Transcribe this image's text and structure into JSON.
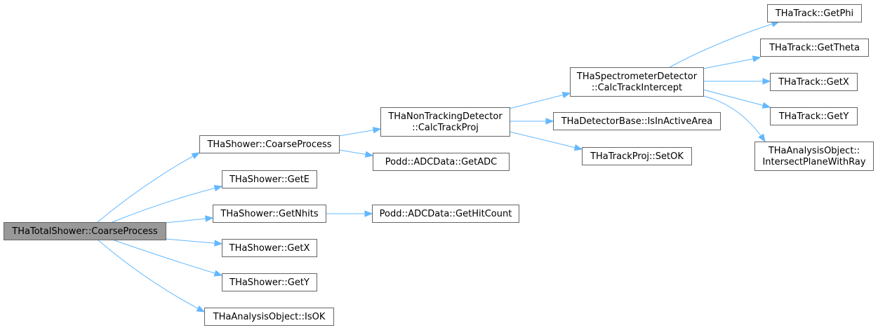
{
  "graph": {
    "kind": "call-graph",
    "edge_color": "#63b8ff",
    "node_border_color": "#666666",
    "root_fill_color": "#999999",
    "node_fill_color": "#ffffff",
    "nodes": [
      {
        "id": "n0",
        "lines": [
          "THaTotalShower::CoarseProcess"
        ],
        "root": true
      },
      {
        "id": "n1",
        "lines": [
          "THaShower::CoarseProcess"
        ]
      },
      {
        "id": "n2",
        "lines": [
          "THaShower::GetE"
        ]
      },
      {
        "id": "n3",
        "lines": [
          "THaShower::GetNhits"
        ]
      },
      {
        "id": "n4",
        "lines": [
          "THaShower::GetX"
        ]
      },
      {
        "id": "n5",
        "lines": [
          "THaShower::GetY"
        ]
      },
      {
        "id": "n6",
        "lines": [
          "THaAnalysisObject::IsOK"
        ]
      },
      {
        "id": "n7",
        "lines": [
          "THaNonTrackingDetector",
          "::CalcTrackProj"
        ]
      },
      {
        "id": "n8",
        "lines": [
          "Podd::ADCData::GetADC"
        ]
      },
      {
        "id": "n9",
        "lines": [
          "Podd::ADCData::GetHitCount"
        ]
      },
      {
        "id": "n10",
        "lines": [
          "THaSpectrometerDetector",
          "::CalcTrackIntercept"
        ]
      },
      {
        "id": "n11",
        "lines": [
          "THaDetectorBase::IsInActiveArea"
        ]
      },
      {
        "id": "n12",
        "lines": [
          "THaTrackProj::SetOK"
        ]
      },
      {
        "id": "n13",
        "lines": [
          "THaTrack::GetPhi"
        ]
      },
      {
        "id": "n14",
        "lines": [
          "THaTrack::GetTheta"
        ]
      },
      {
        "id": "n15",
        "lines": [
          "THaTrack::GetX"
        ]
      },
      {
        "id": "n16",
        "lines": [
          "THaTrack::GetY"
        ]
      },
      {
        "id": "n17",
        "lines": [
          "THaAnalysisObject::",
          "IntersectPlaneWithRay"
        ]
      }
    ],
    "edges": [
      {
        "from": "n0",
        "to": "n1"
      },
      {
        "from": "n0",
        "to": "n2"
      },
      {
        "from": "n0",
        "to": "n3"
      },
      {
        "from": "n0",
        "to": "n4"
      },
      {
        "from": "n0",
        "to": "n5"
      },
      {
        "from": "n0",
        "to": "n6"
      },
      {
        "from": "n1",
        "to": "n7"
      },
      {
        "from": "n1",
        "to": "n8"
      },
      {
        "from": "n3",
        "to": "n9"
      },
      {
        "from": "n7",
        "to": "n10"
      },
      {
        "from": "n7",
        "to": "n11"
      },
      {
        "from": "n7",
        "to": "n12"
      },
      {
        "from": "n10",
        "to": "n13"
      },
      {
        "from": "n10",
        "to": "n14"
      },
      {
        "from": "n10",
        "to": "n15"
      },
      {
        "from": "n10",
        "to": "n16"
      },
      {
        "from": "n10",
        "to": "n17"
      }
    ]
  }
}
